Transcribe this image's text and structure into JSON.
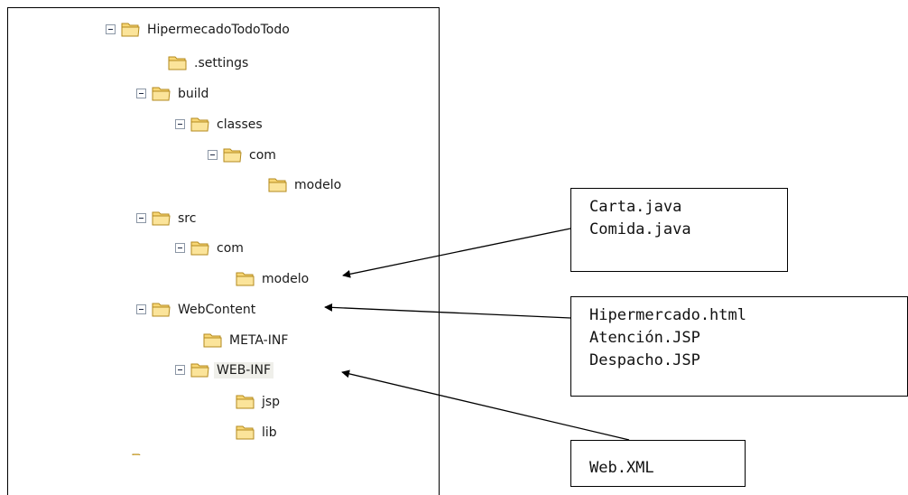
{
  "tree": {
    "items": [
      {
        "label": "HipermecadoTodoTodo",
        "expandable": true
      },
      {
        "label": ".settings",
        "expandable": false
      },
      {
        "label": "build",
        "expandable": true
      },
      {
        "label": "classes",
        "expandable": true
      },
      {
        "label": "com",
        "expandable": true
      },
      {
        "label": "modelo",
        "expandable": false
      },
      {
        "label": "src",
        "expandable": true
      },
      {
        "label": "com",
        "expandable": true
      },
      {
        "label": "modelo",
        "expandable": false
      },
      {
        "label": "WebContent",
        "expandable": true
      },
      {
        "label": "META-INF",
        "expandable": false
      },
      {
        "label": "WEB-INF",
        "expandable": true,
        "selected": true
      },
      {
        "label": "jsp",
        "expandable": false
      },
      {
        "label": "lib",
        "expandable": false
      }
    ],
    "folder_icon": "folder-icon",
    "expander_icon": "collapse-minus-icon"
  },
  "notes": {
    "src_modelo": [
      "Carta.java",
      "Comida.java"
    ],
    "webcontent": [
      "Hipermercado.html",
      "Atención.JSP",
      "Despacho.JSP"
    ],
    "webinf": [
      "Web.XML"
    ]
  },
  "colors": {
    "folder_fill": "#f8d775",
    "folder_stroke": "#b38a1e",
    "selection": "#efefea",
    "arrow": "#000000"
  }
}
